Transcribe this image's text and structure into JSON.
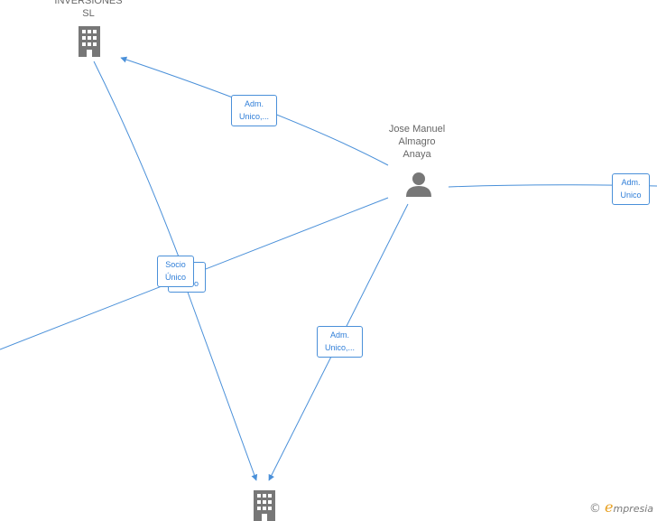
{
  "nodes": {
    "company_top": {
      "label_line1": "INVERSIONES",
      "label_line2": "SL",
      "icon": "building-icon"
    },
    "person": {
      "label_line1": "Jose Manuel",
      "label_line2": "Almagro",
      "label_line3": "Anaya",
      "icon": "person-icon"
    },
    "company_bottom": {
      "icon": "building-icon"
    }
  },
  "edges": [
    {
      "id": "adm-top",
      "line1": "Adm.",
      "line2": "Unico,..."
    },
    {
      "id": "adm-right",
      "line1": "Adm.",
      "line2": "Unico"
    },
    {
      "id": "adm-bottom",
      "line1": "Adm.",
      "line2": "Unico,..."
    },
    {
      "id": "socio-back",
      "line1": "",
      "line2": "o"
    },
    {
      "id": "socio-front",
      "line1": "Socio",
      "line2": "Único"
    }
  ],
  "watermark": {
    "copyright": "©",
    "brand_e": "e",
    "brand_rest": "mpresia"
  },
  "colors": {
    "edge": "#4a90d9",
    "icon": "#777777",
    "label": "#666666"
  }
}
